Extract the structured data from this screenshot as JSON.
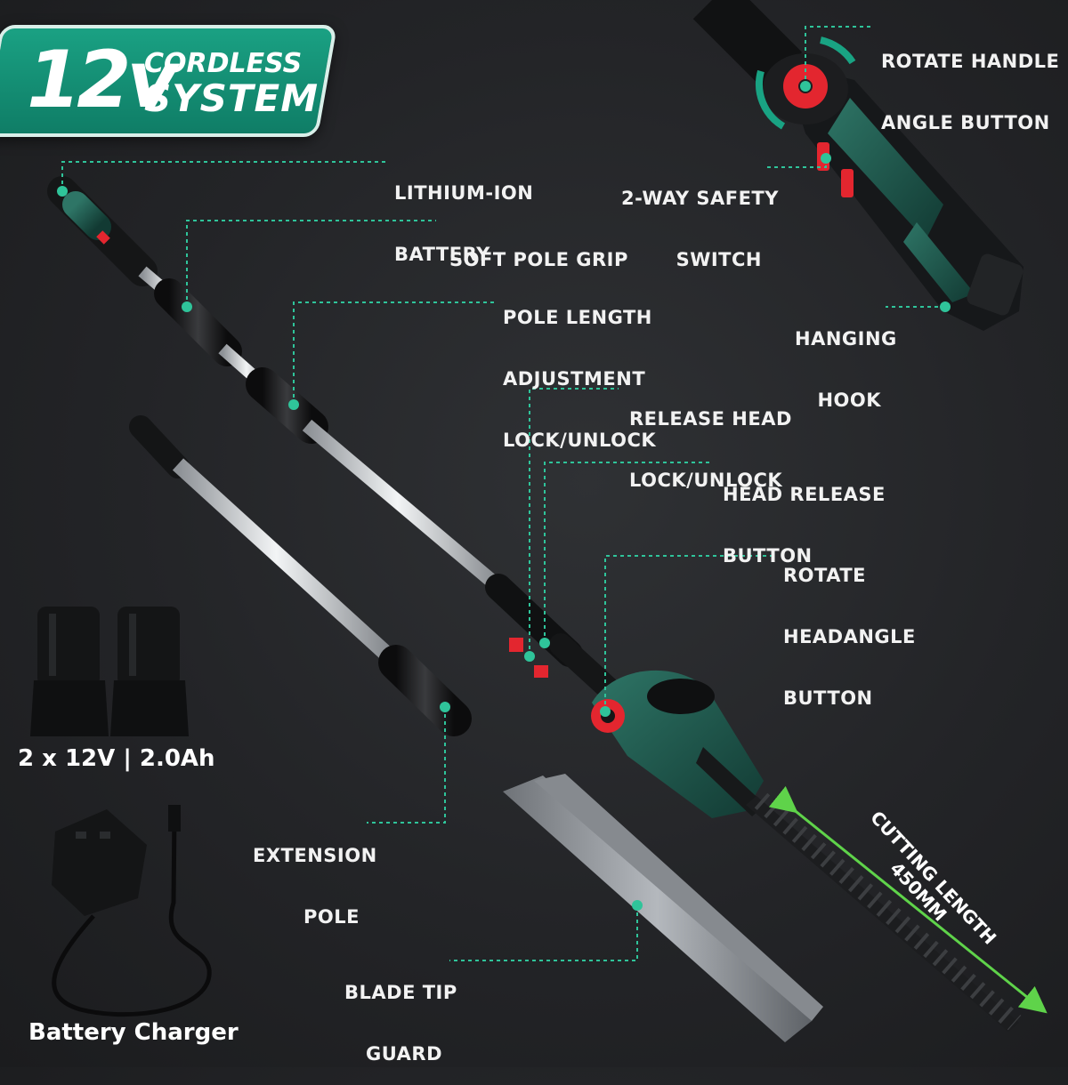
{
  "badge": {
    "voltage": "12v",
    "line1": "CORDLESS",
    "line2": "SYSTEM"
  },
  "callouts": {
    "rotate_handle": [
      "ROTATE HANDLE",
      "ANGLE BUTTON"
    ],
    "safety_switch": [
      "2-WAY SAFETY",
      "SWITCH"
    ],
    "hanging_hook": [
      "HANGING",
      "HOOK"
    ],
    "battery": [
      "LITHIUM-ION",
      "BATTERY"
    ],
    "soft_grip": [
      "SOFT POLE GRIP"
    ],
    "pole_length": [
      "POLE LENGTH",
      "ADJUSTMENT",
      "LOCK/UNLOCK"
    ],
    "release_head_lock": [
      "RELEASE HEAD",
      "LOCK/UNLOCK"
    ],
    "head_release_button": [
      "HEAD RELEASE",
      "BUTTON"
    ],
    "rotate_head": [
      "ROTATE",
      "HEADANGLE",
      "BUTTON"
    ],
    "extension_pole": [
      "EXTENSION",
      "POLE"
    ],
    "blade_guard": [
      "BLADE TIP",
      "GUARD"
    ]
  },
  "battery_spec": "2 x 12V | 2.0Ah",
  "charger_label": "Battery Charger",
  "cutting_length": [
    "CUTTING LENGTH",
    "450MM"
  ],
  "colors": {
    "accent": "#19a383",
    "leader": "#2fc49a",
    "red": "#e3262f",
    "tool_green": "#1f5a4f",
    "dark": "#111214"
  }
}
